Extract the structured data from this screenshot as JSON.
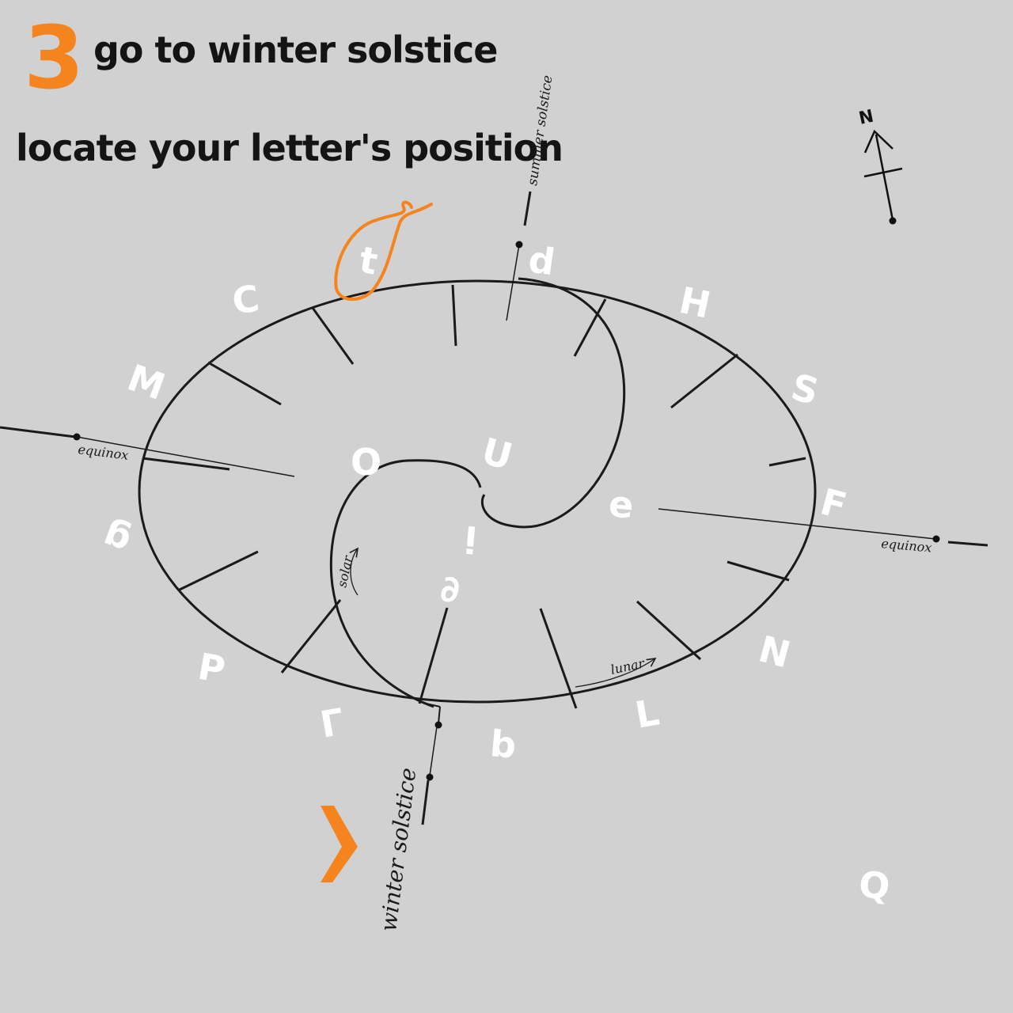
{
  "header": {
    "step_number": "3",
    "line1": "go to winter solstice",
    "line2": "locate your letter's position"
  },
  "labels": {
    "summer_solstice": "summer solstice",
    "winter_solstice": "winter solstice",
    "equinox_left": "equinox",
    "equinox_right": "equinox",
    "solar": "solar",
    "lunar": "lunar",
    "north": "N"
  },
  "letters": {
    "t": "t",
    "d": "d",
    "C": "C",
    "H": "H",
    "M": "M",
    "S": "S",
    "O": "O",
    "U": "U",
    "F": "F",
    "e": "e",
    "g": "g",
    "i": "i",
    "a": "∂",
    "N": "N",
    "P": "P",
    "L": "L",
    "r": "Γ",
    "b": "b",
    "Q": "Q"
  },
  "colors": {
    "background": "#d1d1d1",
    "accent_orange": "#f5841f",
    "ink": "#1a1a1a",
    "letter_fill": "#ffffff"
  },
  "icons": {
    "north_arrow": "north-arrow-icon",
    "pointer": "orange-chevron-icon",
    "highlight": "orange-circle-highlight"
  }
}
